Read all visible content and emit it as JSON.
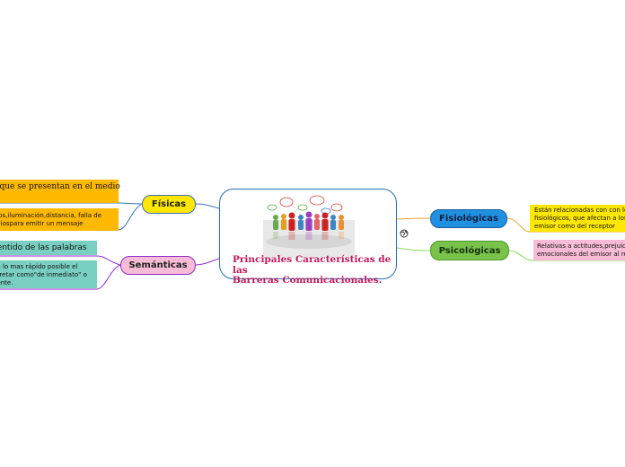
{
  "central": {
    "title_lines": [
      "Principales Características de las",
      "Barreras Comunicacionales."
    ],
    "illustration": "people-with-speech-bubbles-icon"
  },
  "branches": {
    "fisicas": "Físicas",
    "semanticas": "Semánticas",
    "fisiologicas": "Fisiológicas",
    "psicologicas": "Psicológicas"
  },
  "leaves": {
    "fis1": [
      "s que se presentan en el medio"
    ],
    "fis2": [
      "idos,iluminación,distancia, falla de",
      "ediospara emitir un mensaje"
    ],
    "sem1": [
      "sentido de las palabras"
    ],
    "sem2": [
      "en lo mas rápido posible el",
      "rpretar como\"de inmediato\" o",
      "gente."
    ],
    "fisio": [
      "Están relacionadas con con lo",
      "fisiológicos, que afectan a los",
      "emisor como del receptor"
    ],
    "psico": [
      "Relativas a actitudes,prejuic",
      "emocionales del emisor al re"
    ]
  },
  "colors": {
    "fisicas": "#ffe800",
    "semanticas": "#f8bbd5",
    "fisiologicas": "#2090e0",
    "psicologicas": "#79c34a",
    "fisicas_leaf": "#ffb900",
    "semanticas_leaf": "#79cfc2",
    "title": "#c2185b"
  },
  "icons": {
    "globe": "globe-icon"
  }
}
